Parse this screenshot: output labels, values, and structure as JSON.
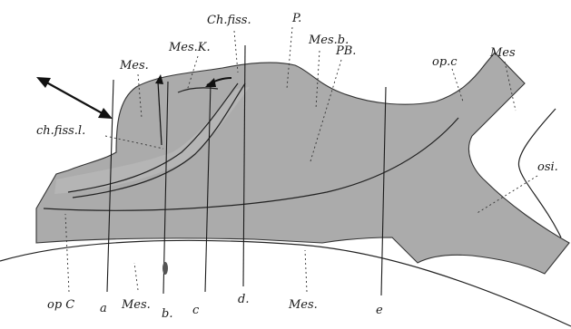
{
  "labels": {
    "ch_fiss": "Ch.fiss.",
    "p": "P.",
    "mes_b": "Mes.b.",
    "pb": "PB.",
    "mes_k": "Mes.K.",
    "mes_upper_left": "Mes.",
    "ch_fiss_l": "ch.fiss.l.",
    "op_c_right": "op.c",
    "mes_right": "Mes",
    "osi": "osi.",
    "op_c_left": "op C",
    "a": "a",
    "mes_bottom_left": "Mes.",
    "b": "b.",
    "c": "c",
    "d": "d.",
    "mes_bottom_mid": "Mes.",
    "e": "e"
  },
  "colors": {
    "tissue_fill": "#ababab",
    "tissue_light": "#bdbdbd",
    "ink": "#1a1a1a"
  }
}
